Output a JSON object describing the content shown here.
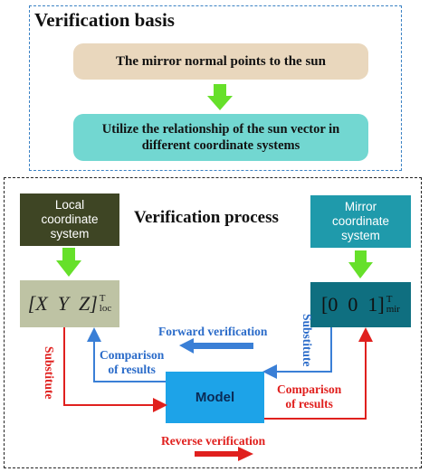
{
  "basis": {
    "title": "Verification basis",
    "step1": "The mirror normal points to the sun",
    "step2_line1": "Utilize the relationship of the sun vector in",
    "step2_line2": "different coordinate systems"
  },
  "process": {
    "title": "Verification process",
    "local_box": {
      "line1": "Local",
      "line2": "coordinate",
      "line3": "system"
    },
    "mirror_box": {
      "line1": "Mirror",
      "line2": "coordinate",
      "line3": "system"
    },
    "local_vector": {
      "body": "[X  Y  Z]",
      "sup": "T",
      "sub": "loc"
    },
    "mirror_vector": {
      "body": "[0  0  1]",
      "sup": "T",
      "sub": "mir"
    },
    "model": "Model",
    "forward": "Forward verification",
    "reverse": "Reverse verification",
    "comparison_left_line1": "Comparison",
    "comparison_left_line2": "of results",
    "comparison_right_line1": "Comparison",
    "comparison_right_line2": "of results",
    "substitute_left": "Substitute",
    "substitute_right": "Substitute"
  },
  "colors": {
    "green_arrow": "#66e02a",
    "blue_arrow": "#3a7fd6",
    "red_arrow": "#e0201e"
  }
}
